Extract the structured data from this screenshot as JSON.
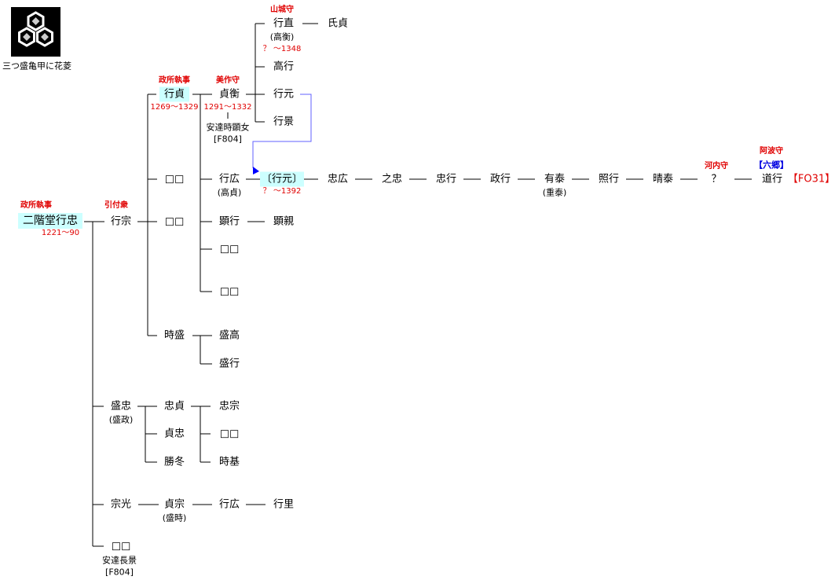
{
  "crest": {
    "label": "三つ盛亀甲に花菱"
  },
  "root": {
    "name": "二階堂行忠",
    "title": "政所執事",
    "dates": "1221〜90"
  },
  "yukimune": {
    "name": "行宗",
    "title": "引付衆"
  },
  "yukisada": {
    "name": "行貞",
    "title": "政所執事",
    "dates": "1269〜1329"
  },
  "sadahira": {
    "name": "貞衡",
    "title": "美作守",
    "dates": "1291〜1332",
    "wife": "安達時顕女",
    "ref": "[F804]"
  },
  "yukinao": {
    "name": "行直",
    "alt": "(高衡)",
    "title": "山城守",
    "dates": "？ 〜1348",
    "child": "氏貞"
  },
  "takayuki": "高行",
  "yukimoto": "行元",
  "yukikage": "行景",
  "unk": "□□",
  "yukihiro": {
    "name": "行広",
    "alt": "(高貞)"
  },
  "yukimoto2": {
    "name": "〔行元〕",
    "dates": "？ 〜1392"
  },
  "chain": [
    "忠広",
    "之忠",
    "忠行",
    "政行",
    "有泰",
    "照行",
    "晴泰",
    "？",
    "道行"
  ],
  "ariyasu_alt": "(重泰)",
  "unknown_title": "河内守",
  "michiyuki": {
    "title": "阿波守",
    "clan": "【六郷】",
    "ref": "【FO31】"
  },
  "akiyuki": {
    "name": "顕行",
    "child": "顕親"
  },
  "tokimori": {
    "name": "時盛",
    "children": [
      "盛高",
      "盛行"
    ]
  },
  "moritada": {
    "name": "盛忠",
    "alt": "(盛政)",
    "children": [
      "忠貞",
      "貞忠",
      "勝冬"
    ],
    "grandchildren": [
      "忠宗",
      "□□",
      "時基"
    ]
  },
  "munemitsu": {
    "name": "宗光",
    "child": "貞宗",
    "child_alt": "(盛時)",
    "gc": "行広",
    "ggc": "行里"
  },
  "last": {
    "name": "□□",
    "note": "安達長景",
    "ref": "[F804]"
  }
}
